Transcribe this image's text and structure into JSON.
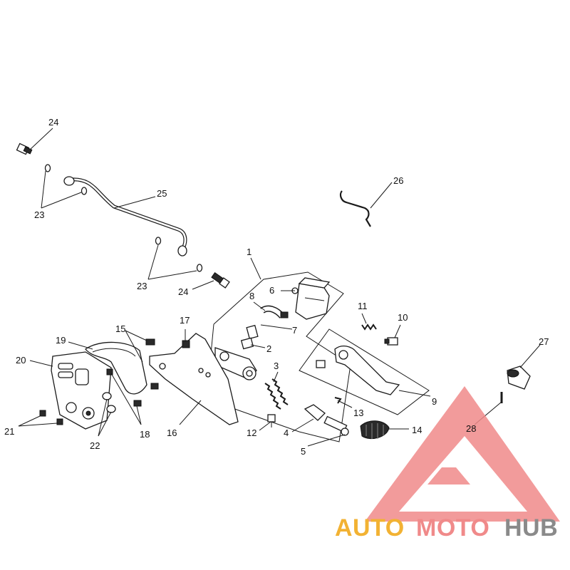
{
  "labels": {
    "l1": "1",
    "l2": "2",
    "l3": "3",
    "l4": "4",
    "l5": "5",
    "l6": "6",
    "l7": "7",
    "l8": "8",
    "l9": "9",
    "l10": "10",
    "l11": "11",
    "l12": "12",
    "l13": "13",
    "l14": "14",
    "l15": "15",
    "l16": "16",
    "l17": "17",
    "l18": "18",
    "l19": "19",
    "l20": "20",
    "l21": "21",
    "l22": "22",
    "l23a": "23",
    "l23b": "23",
    "l24a": "24",
    "l24b": "24",
    "l25": "25",
    "l26": "26",
    "l27": "27",
    "l28": "28"
  },
  "watermark": {
    "word_auto": "AUTO",
    "word_moto": "MOTO",
    "word_hub": "HUB",
    "colors": {
      "auto": "#f2b233",
      "moto": "#f08a8a",
      "hub": "#8a8a8a",
      "triangle": "#f08a8a"
    }
  },
  "highlight_color": "#e05555"
}
